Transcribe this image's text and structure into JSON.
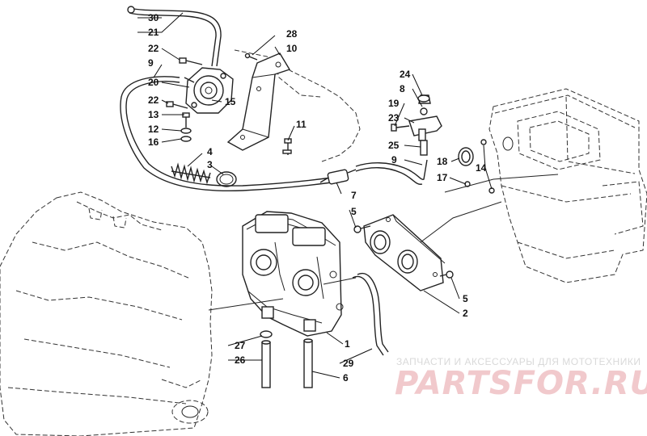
{
  "callouts": [
    {
      "id": "30",
      "label": "30"
    },
    {
      "id": "21",
      "label": "21"
    },
    {
      "id": "22a",
      "label": "22"
    },
    {
      "id": "9a",
      "label": "9"
    },
    {
      "id": "20",
      "label": "20"
    },
    {
      "id": "22b",
      "label": "22"
    },
    {
      "id": "13",
      "label": "13"
    },
    {
      "id": "12",
      "label": "12"
    },
    {
      "id": "16",
      "label": "16"
    },
    {
      "id": "15",
      "label": "15"
    },
    {
      "id": "28",
      "label": "28"
    },
    {
      "id": "10",
      "label": "10"
    },
    {
      "id": "11",
      "label": "11"
    },
    {
      "id": "4",
      "label": "4"
    },
    {
      "id": "3",
      "label": "3"
    },
    {
      "id": "24",
      "label": "24"
    },
    {
      "id": "8",
      "label": "8"
    },
    {
      "id": "19",
      "label": "19"
    },
    {
      "id": "23",
      "label": "23"
    },
    {
      "id": "25",
      "label": "25"
    },
    {
      "id": "9b",
      "label": "9"
    },
    {
      "id": "18",
      "label": "18"
    },
    {
      "id": "14",
      "label": "14"
    },
    {
      "id": "17",
      "label": "17"
    },
    {
      "id": "7",
      "label": "7"
    },
    {
      "id": "5a",
      "label": "5"
    },
    {
      "id": "5b",
      "label": "5"
    },
    {
      "id": "2",
      "label": "2"
    },
    {
      "id": "1",
      "label": "1"
    },
    {
      "id": "27",
      "label": "27"
    },
    {
      "id": "26",
      "label": "26"
    },
    {
      "id": "29",
      "label": "29"
    },
    {
      "id": "6",
      "label": "6"
    }
  ],
  "watermark": {
    "caption": "ЗАПЧАСТИ И АКСЕССУАРЫ ДЛЯ МОТОТЕХНИКИ",
    "logo": "PARTSFOR.RU"
  },
  "colors": {
    "line": "#222222",
    "watermark_text": "#d9d9d9",
    "watermark_logo": "#f1c9cc"
  }
}
